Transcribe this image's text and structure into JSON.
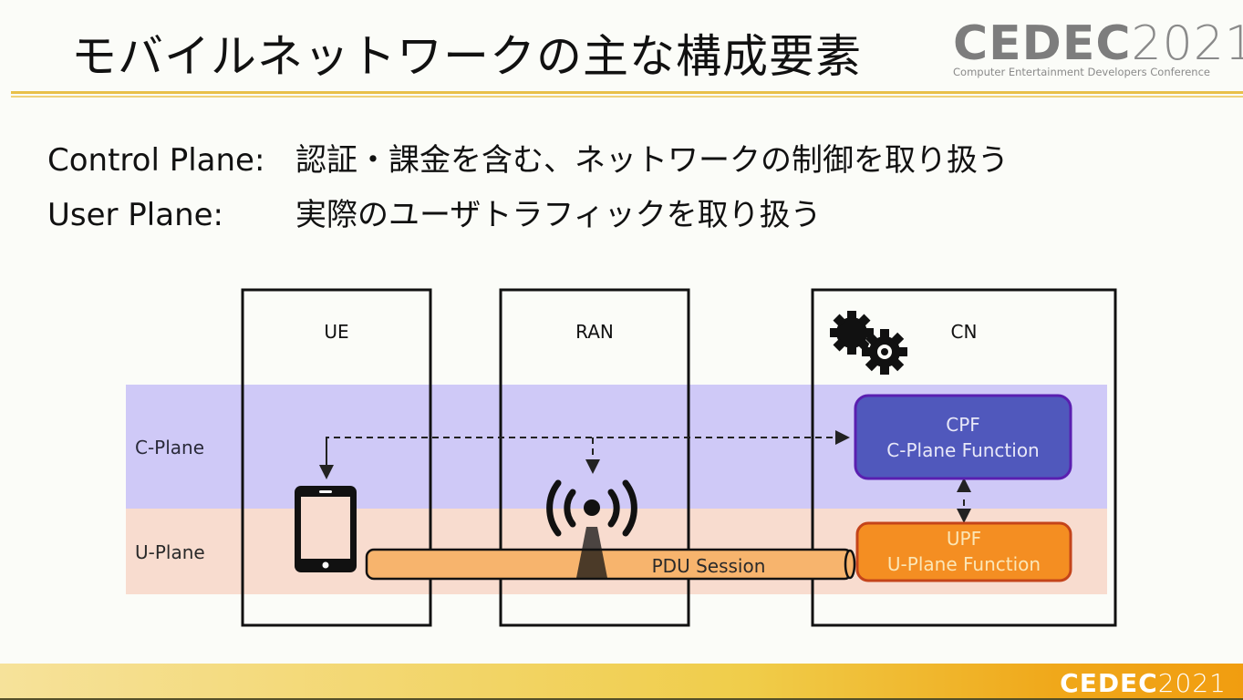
{
  "slide": {
    "title": "モバイルネットワークの主な構成要素",
    "logo": {
      "brand": "CEDEC",
      "year": "2021",
      "subtitle": "Computer Entertainment Developers Conference"
    },
    "lines": [
      {
        "label": "Control Plane:",
        "text": "認証・課金を含む、ネットワークの制御を取り扱う"
      },
      {
        "label": "User Plane:",
        "text": "実際のユーザトラフィックを取り扱う"
      }
    ],
    "footer_logo": {
      "brand": "CEDEC",
      "year": "2021"
    }
  },
  "diagram": {
    "columns": [
      "UE",
      "RAN",
      "CN"
    ],
    "planes": {
      "c_plane": "C-Plane",
      "u_plane": "U-Plane"
    },
    "cpf": {
      "title": "CPF",
      "subtitle": "C-Plane Function"
    },
    "upf": {
      "title": "UPF",
      "subtitle": "U-Plane Function"
    },
    "pdu_session": "PDU Session",
    "colors": {
      "c_plane_band": "#cfc9f7",
      "u_plane_band": "#f8dccf",
      "cpf_fill": "#5058bc",
      "cpf_border": "#5a1fb0",
      "upf_fill": "#f48e22",
      "upf_border": "#c4441a",
      "pipe": "#f7b46d",
      "accent_rule": "#e8c04a"
    }
  }
}
